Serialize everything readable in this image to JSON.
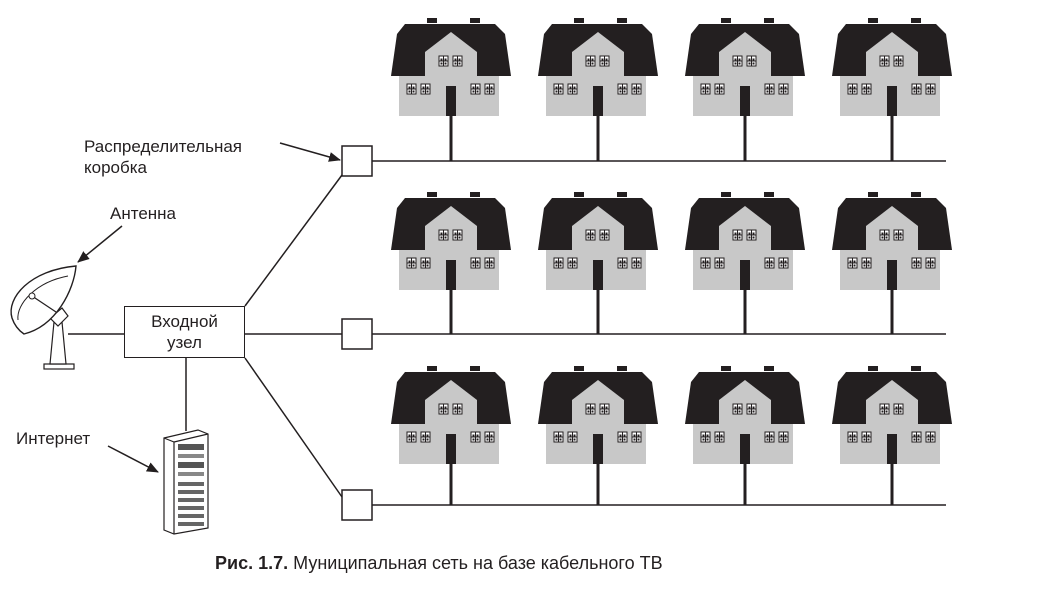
{
  "labels": {
    "distribution_box": [
      "Распределительная",
      "коробка"
    ],
    "antenna": "Антенна",
    "internet": "Интернет",
    "headend": [
      "Входной",
      "узел"
    ]
  },
  "caption": {
    "number": "Рис. 1.7.",
    "text": "Муниципальная сеть на базе кабельного ТВ"
  },
  "colors": {
    "roof": "#231f20",
    "wall": "#c8c8c8",
    "line": "#231f20"
  },
  "icons": [
    "satellite-dish-icon",
    "server-tower-icon",
    "house-icon",
    "arrow-icon"
  ]
}
